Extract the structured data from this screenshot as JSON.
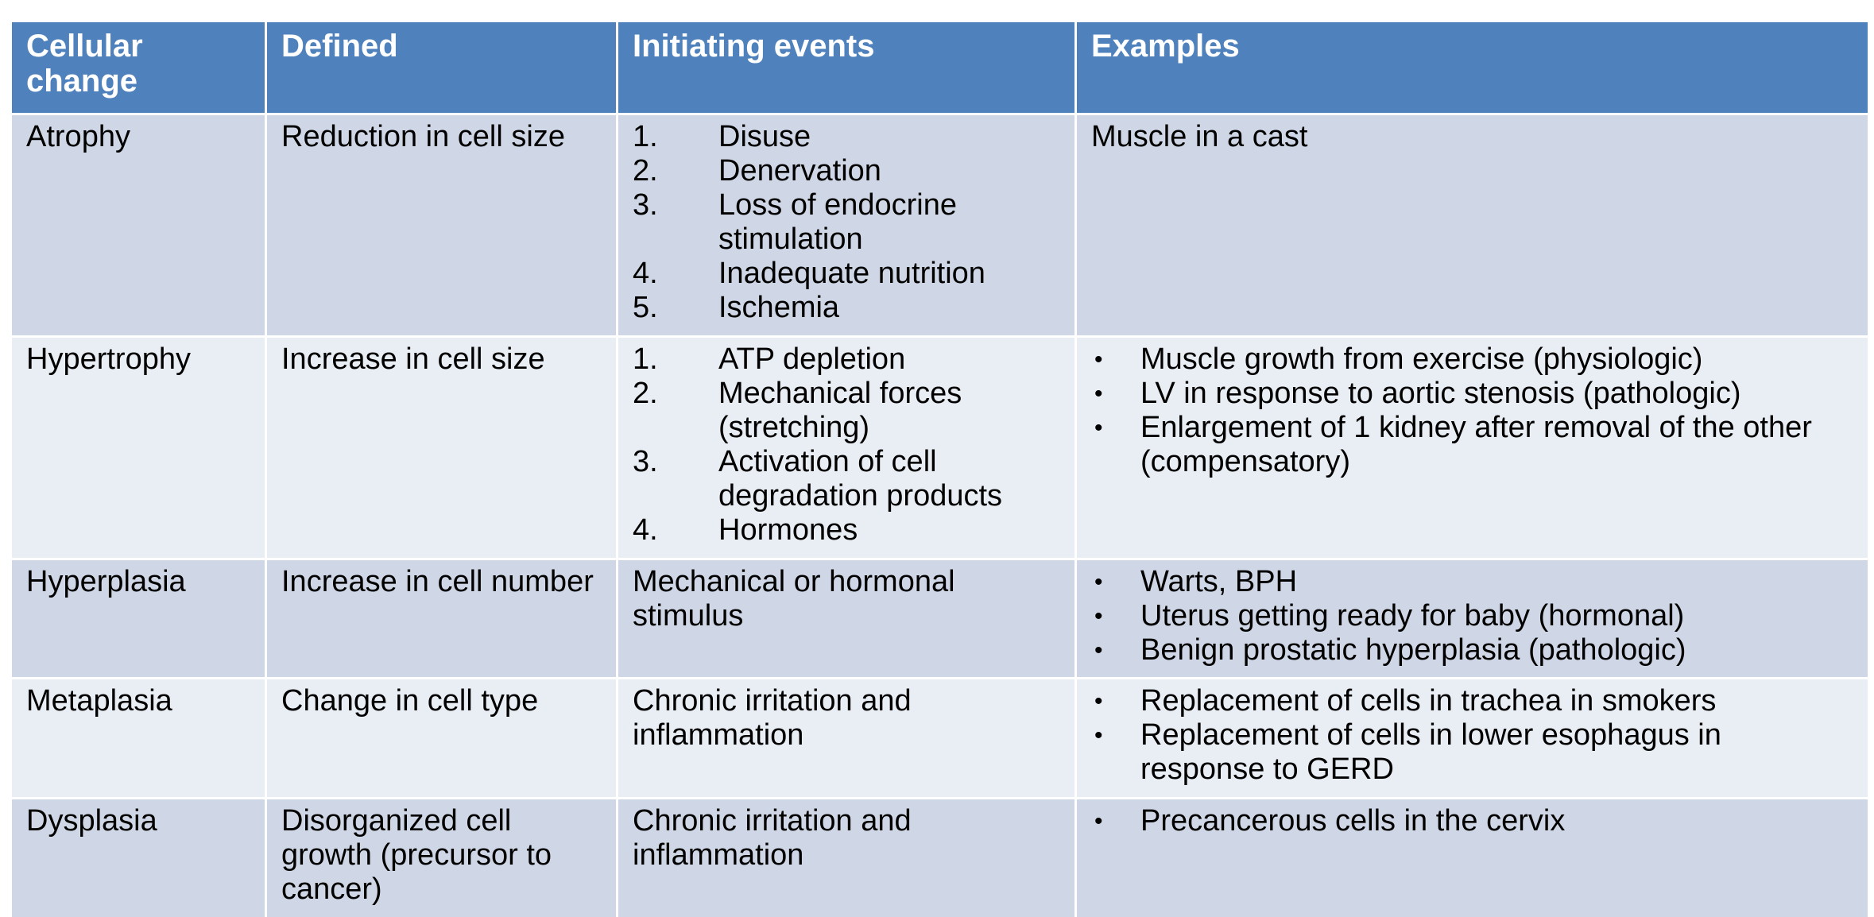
{
  "headers": [
    "Cellular change",
    "Defined",
    "Initiating events",
    "Examples"
  ],
  "rows": [
    {
      "change": "Atrophy",
      "defined": "Reduction in cell size",
      "events_text": "",
      "events_list": [
        "Disuse",
        "Denervation",
        "Loss of endocrine stimulation",
        "Inadequate nutrition",
        "Ischemia"
      ],
      "examples_text": "Muscle in a cast",
      "examples_list": []
    },
    {
      "change": "Hypertrophy",
      "defined": "Increase in cell size",
      "events_text": "",
      "events_list": [
        "ATP depletion",
        "Mechanical forces (stretching)",
        "Activation of cell degradation products",
        "Hormones"
      ],
      "examples_text": "",
      "examples_list": [
        "Muscle growth from exercise (physiologic)",
        "LV in response to aortic stenosis (pathologic)",
        "Enlargement of 1 kidney after removal of the other (compensatory)"
      ]
    },
    {
      "change": "Hyperplasia",
      "defined": "Increase in cell number",
      "events_text": "Mechanical or hormonal stimulus",
      "events_list": [],
      "examples_text": "",
      "examples_list": [
        "Warts, BPH",
        "Uterus getting ready for baby (hormonal)",
        "Benign prostatic hyperplasia (pathologic)"
      ]
    },
    {
      "change": "Metaplasia",
      "defined": "Change in cell type",
      "events_text": "Chronic irritation and inflammation",
      "events_list": [],
      "examples_text": "",
      "examples_list": [
        "Replacement of cells in trachea in smokers",
        "Replacement of cells in lower esophagus in response to GERD"
      ]
    },
    {
      "change": "Dysplasia",
      "defined": "Disorganized cell growth (precursor to cancer)",
      "events_text": "Chronic irritation and inflammation",
      "events_list": [],
      "examples_text": "",
      "examples_list": [
        "Precancerous cells in the cervix"
      ]
    }
  ],
  "bullet_symbol": "•",
  "colors": {
    "header": "#4f81bd",
    "row_odd": "#cfd7e6",
    "row_even": "#e9edf4"
  }
}
